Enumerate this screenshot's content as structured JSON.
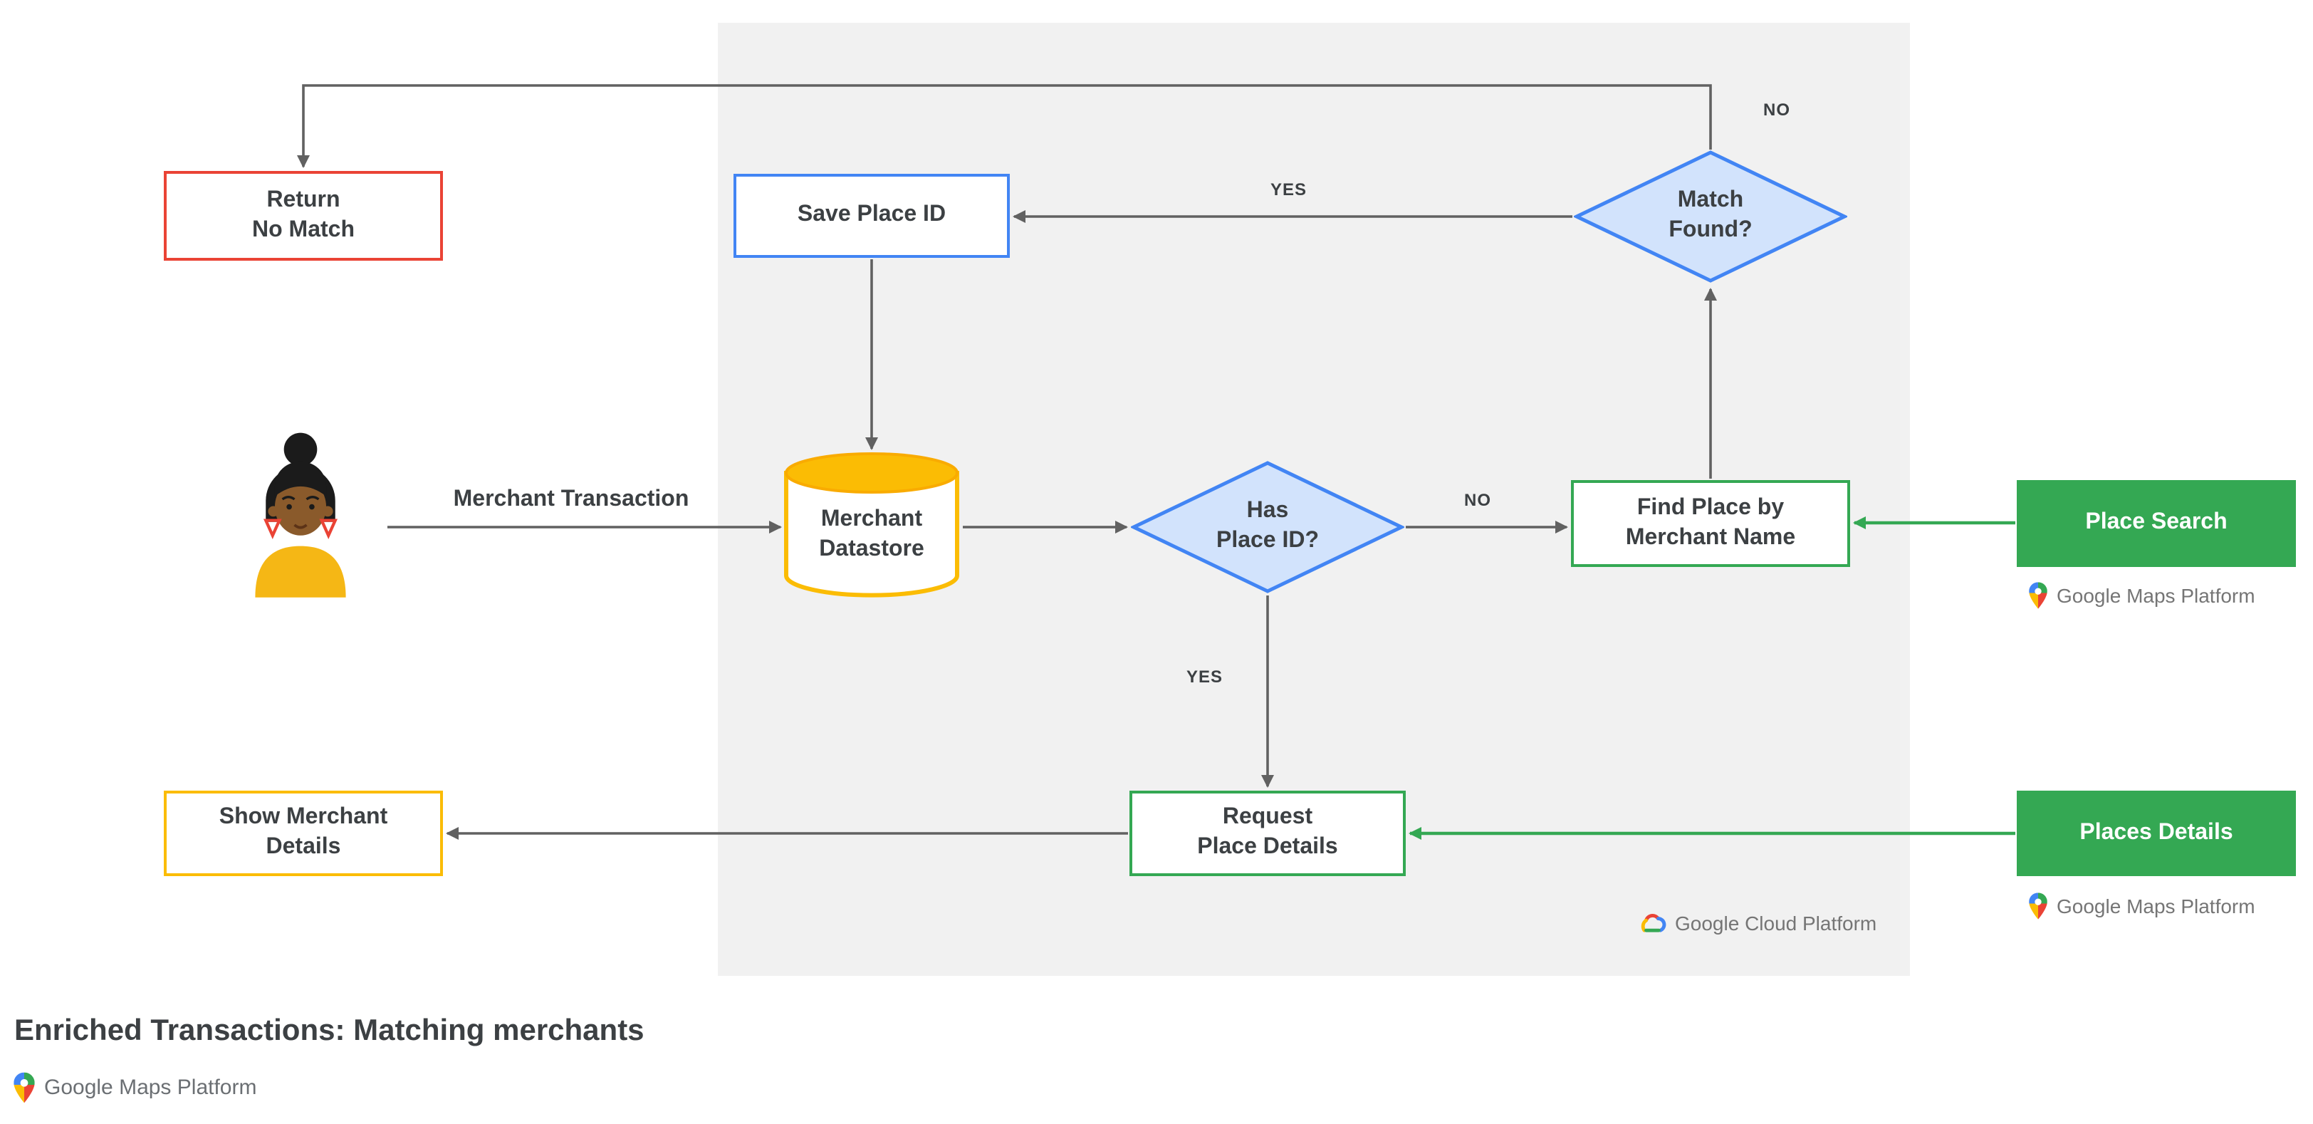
{
  "title": "Enriched Transactions: Matching merchants",
  "nodes": {
    "return_no_match": "Return\nNo Match",
    "save_place_id": "Save Place ID",
    "match_found": "Match\nFound?",
    "merchant_datastore": "Merchant\nDatastore",
    "has_place_id": "Has\nPlace ID?",
    "find_place": "Find Place by\nMerchant Name",
    "request_place_details": "Request\nPlace Details",
    "show_merchant_details": "Show Merchant\nDetails",
    "place_search": "Place Search",
    "places_details": "Places Details"
  },
  "edges": {
    "no_top": "NO",
    "yes_top": "YES",
    "no_mid": "NO",
    "yes_bottom": "YES",
    "merchant_transaction": "Merchant Transaction"
  },
  "branding": {
    "google_cloud_platform": "Google Cloud Platform",
    "google_maps_platform": "Google Maps Platform"
  },
  "connections": [
    {
      "from": "Match Found?",
      "to": "Return No Match",
      "label": "NO"
    },
    {
      "from": "Match Found?",
      "to": "Save Place ID",
      "label": "YES"
    },
    {
      "from": "Save Place ID",
      "to": "Merchant Datastore",
      "label": ""
    },
    {
      "from": "User",
      "to": "Merchant Datastore",
      "label": "Merchant Transaction"
    },
    {
      "from": "Merchant Datastore",
      "to": "Has Place ID?",
      "label": ""
    },
    {
      "from": "Has Place ID?",
      "to": "Find Place by Merchant Name",
      "label": "NO"
    },
    {
      "from": "Find Place by Merchant Name",
      "to": "Match Found?",
      "label": ""
    },
    {
      "from": "Has Place ID?",
      "to": "Request Place Details",
      "label": "YES"
    },
    {
      "from": "Request Place Details",
      "to": "Show Merchant Details",
      "label": ""
    },
    {
      "from": "Place Search",
      "to": "Find Place by Merchant Name",
      "label": ""
    },
    {
      "from": "Places Details",
      "to": "Request Place Details",
      "label": ""
    }
  ],
  "colors": {
    "red": "#EA4335",
    "blue": "#4285F4",
    "blue_fill": "#D2E3FC",
    "yellow": "#FBBC04",
    "green": "#34A853",
    "panel": "#F1F1F1",
    "arrow": "#616161",
    "text": "#3C4043"
  }
}
